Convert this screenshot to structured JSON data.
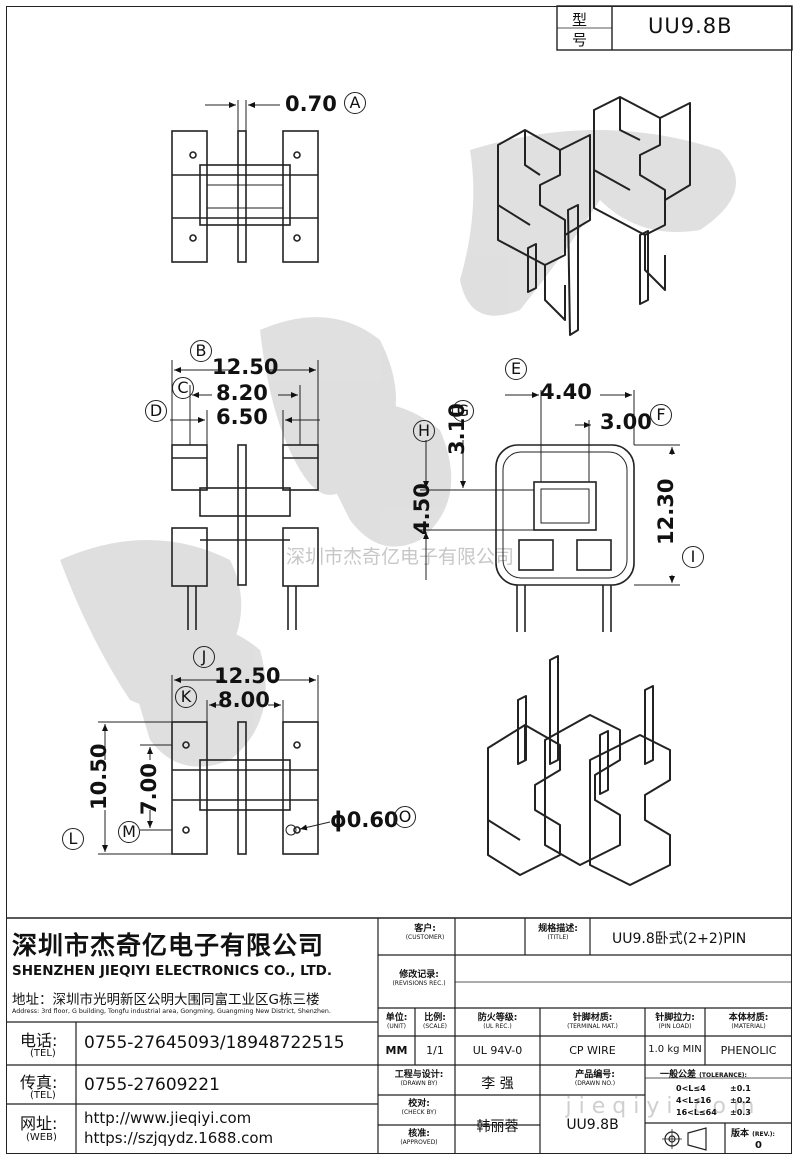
{
  "header": {
    "model_label_1": "型",
    "model_label_2": "号",
    "model_value": "UU9.8B"
  },
  "dims": {
    "top_view_a": "0.70",
    "mark_a": "A",
    "front_b": "12.50",
    "mark_b": "B",
    "front_c": "8.20",
    "mark_c": "C",
    "front_d": "6.50",
    "mark_d": "D",
    "side_e": "4.40",
    "mark_e": "E",
    "side_f": "3.00",
    "mark_f": "F",
    "side_g": "3.10",
    "mark_g": "G",
    "side_h": "4.50",
    "mark_h": "H",
    "side_i": "12.30",
    "mark_i": "I",
    "bottom_j": "12.50",
    "mark_j": "J",
    "bottom_k": "8.00",
    "mark_k": "K",
    "bottom_l": "10.50",
    "mark_l": "L",
    "bottom_m": "7.00",
    "mark_m": "M",
    "pin_o": "ϕ0.60",
    "mark_o": "O"
  },
  "watermark": {
    "center_text": "深圳市杰奇亿电子有限公司",
    "url_text": "j i e q i y i . c o m"
  },
  "company": {
    "name_cn": "深圳市杰奇亿电子有限公司",
    "name_en": "SHENZHEN JIEQIYI ELECTRONICS CO., LTD.",
    "address_cn": "地址：深圳市光明新区公明大围同富工业区G栋三楼",
    "address_en": "Address: 3rd floor, G building, Tongfu industrial area, Gongming, Guangming New District, Shenzhen.",
    "tel_label": "电话:",
    "tel_sub": "(TEL)",
    "tel_value": "0755-27645093/18948722515",
    "fax_label": "传真:",
    "fax_sub": "(TEL)",
    "fax_value": "0755-27609221",
    "web_label": "网址:",
    "web_sub": "(WEB)",
    "web_value_1": "http://www.jieqiyi.com",
    "web_value_2": "https://szjqydz.1688.com"
  },
  "titleblock": {
    "customer_label": "客户:",
    "customer_sub": "(CUSTOMER)",
    "title_label": "规格描述:",
    "title_sub": "(TITLE)",
    "title_value": "UU9.8卧式(2+2)PIN",
    "rev_label": "修改记录:",
    "rev_sub": "(REVISIONS REC.)",
    "unit_label": "单位:",
    "unit_sub": "(UNIT)",
    "unit_value": "MM",
    "scale_label": "比例:",
    "scale_sub": "(SCALE)",
    "scale_value": "1/1",
    "ul_label": "防火等级:",
    "ul_sub": "(UL REC.)",
    "ul_value": "UL 94V-0",
    "terminal_label": "针脚材质:",
    "terminal_sub": "(TERMINAL MAT.)",
    "terminal_value": "CP WIRE",
    "pinload_label": "针脚拉力:",
    "pinload_sub": "(PIN LOAD)",
    "pinload_value": "1.0 kg MIN",
    "material_label": "本体材质:",
    "material_sub": "(MATERIAL)",
    "material_value": "PHENOLIC",
    "drawn_label": "工程与设计:",
    "drawn_sub": "(DRAWN BY)",
    "drawn_value": "李  强",
    "drawing_no_label": "产品编号:",
    "drawing_no_sub": "(DRAWN NO.)",
    "drawing_no_value": "UU9.8B",
    "check_label": "校对:",
    "check_sub": "(CHECK BY)",
    "approved_label": "核准:",
    "approved_sub": "(APPROVED)",
    "approved_value": "韩丽蓉",
    "tolerance_label": "一般公差",
    "tolerance_sub": "(TOLERANCE):",
    "tol_r1": "0<L≤4",
    "tol_v1": "±0.1",
    "tol_r2": "4<L≤16",
    "tol_v2": "±0.2",
    "tol_r3": "16<L≤64",
    "tol_v3": "±0.3",
    "version_label": "版本",
    "version_sub": "(REV.):",
    "version_value": "0"
  }
}
